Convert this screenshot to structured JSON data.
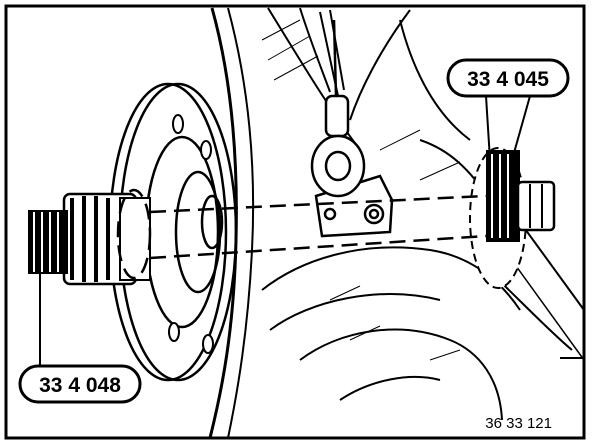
{
  "callouts": {
    "top_right": "33 4 045",
    "bottom_left": "33 4 048"
  },
  "figure_number": "36 33 121"
}
